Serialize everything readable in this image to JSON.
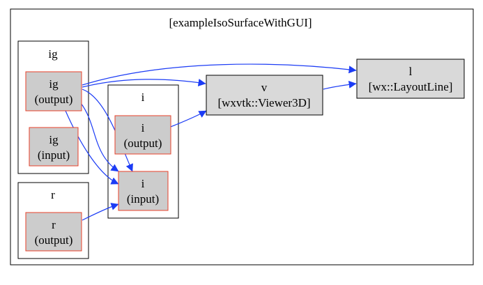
{
  "graph": {
    "title": "[exampleIsoSurfaceWithGUI]",
    "clusters": {
      "ig": {
        "label": "ig"
      },
      "i": {
        "label": "i"
      },
      "r": {
        "label": "r"
      }
    },
    "nodes": {
      "ig_output": {
        "lines": [
          "ig",
          "(output)"
        ],
        "style": "port"
      },
      "ig_input": {
        "lines": [
          "ig",
          "(input)"
        ],
        "style": "port"
      },
      "i_output": {
        "lines": [
          "i",
          "(output)"
        ],
        "style": "port"
      },
      "i_input": {
        "lines": [
          "i",
          "(input)"
        ],
        "style": "port"
      },
      "r_output": {
        "lines": [
          "r",
          "(output)"
        ],
        "style": "port"
      },
      "v": {
        "lines": [
          "v",
          "[wxvtk::Viewer3D]"
        ],
        "style": "box"
      },
      "l": {
        "lines": [
          "l",
          "[wx::LayoutLine]"
        ],
        "style": "box"
      }
    },
    "edges": [
      {
        "from": "ig_output",
        "to": "l"
      },
      {
        "from": "ig_output",
        "to": "v"
      },
      {
        "from": "ig_output",
        "to": "i_input"
      },
      {
        "from": "ig_output",
        "to": "i_input"
      },
      {
        "from": "ig_output",
        "to": "i_input"
      },
      {
        "from": "i_output",
        "to": "v"
      },
      {
        "from": "v",
        "to": "l"
      },
      {
        "from": "r_output",
        "to": "i_input"
      }
    ],
    "colors": {
      "port_fill": "#cccccc",
      "port_border": "#e8412a",
      "box_fill": "#d9d9d9",
      "box_border": "#000000",
      "edge": "#1c3cf5",
      "cluster_border": "#000000"
    }
  }
}
